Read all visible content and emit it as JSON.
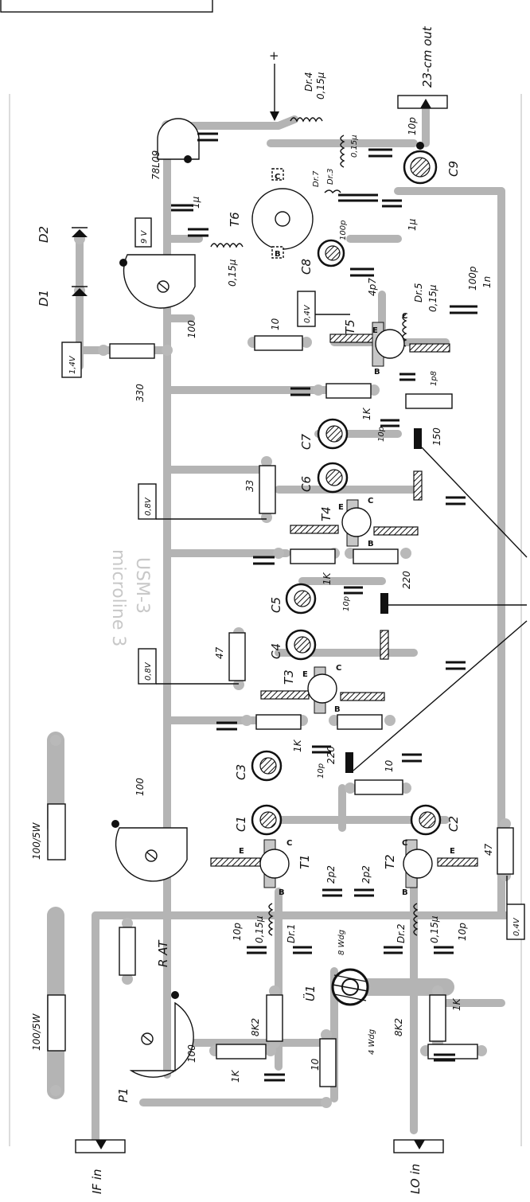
{
  "header_box": "",
  "brand_ghost": {
    "line1": "microline 3",
    "line2": "USM-3"
  },
  "ports": {
    "if_in": "IF in",
    "lo_in": "LO in",
    "out": "23-cm out",
    "plus": "+"
  },
  "voltages": {
    "v14": "1,4V",
    "v9": "9 V",
    "v04_top": "0,4V",
    "v08_a": "0,8V",
    "v08_b": "0,8V",
    "v04_bottom": "0,4V"
  },
  "regulator": "78L09",
  "diodes": {
    "d1": "D1",
    "d2": "D2"
  },
  "transistors": {
    "t1": "T1",
    "t2": "T2",
    "t3": "T3",
    "t4": "T4",
    "t5": "T5",
    "t6": "T6",
    "pins": {
      "c": "C",
      "b": "B",
      "e": "E"
    }
  },
  "trimmers": {
    "c1": "C1",
    "c2": "C2",
    "c3": "C3",
    "c4": "C4",
    "c5": "C5",
    "c6": "C6",
    "c7": "C7",
    "c8": "C8",
    "c9": "C9"
  },
  "chokes": {
    "dr1": "Dr.1",
    "dr1_val": "0,15µ",
    "dr2": "Dr.2",
    "dr2_val": "0,15µ",
    "dr3": "Dr.3",
    "dr3_val": "0,15µ",
    "dr4": "Dr.4",
    "dr4_val": "0,15µ",
    "dr5": "Dr.5",
    "dr5_val": "0,15µ",
    "dr7": "Dr.7",
    "t6_choke": "0,15µ"
  },
  "transformer": {
    "name": "Ü1",
    "primary": "8 Wdg",
    "secondary": "4 Wdg"
  },
  "resistors": {
    "r100_5w_a": "100/5W",
    "r100_5w_b": "100/5W",
    "r_at": "R AT",
    "p1": "P1",
    "p1_val": "100",
    "pot_top": "100",
    "pot_upper": "100",
    "r330": "330",
    "r10_t5": "10",
    "r1k_t5": "1K",
    "r150": "150",
    "r33": "33",
    "r1k_t4": "1K",
    "r220_t4": "220",
    "r47_t3": "47",
    "r1k_t3": "1K",
    "r220_t3": "220",
    "r10_mid": "10",
    "r47_t2": "47",
    "r1k_left": "1K",
    "r8k2_left": "8K2",
    "r10_bottom": "10",
    "r1k_right": "1K",
    "r8k2_right": "8K2"
  },
  "capacitors": {
    "c10p_out": "10p",
    "c1u_a": "1µ",
    "c1u_b": "1µ",
    "c100p_t6": "100p",
    "c4p7": "4p7",
    "c100p": "100p",
    "c1n": "1n",
    "c1p8": "1p8",
    "c10p_t5": "10p",
    "c10p_t4": "10p",
    "c10p_t3": "10p",
    "c2p2_a": "2p2",
    "c2p2_b": "2p2",
    "c10p_l": "10p",
    "c10p_r": "10p"
  }
}
